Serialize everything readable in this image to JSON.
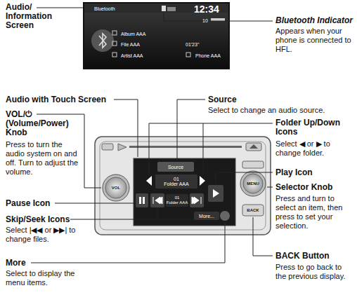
{
  "diagram": {
    "nodes": [
      {
        "text": [
          "Bluetooth",
          "12:34",
          "10",
          "Album AAA",
          "File AAA",
          "01'23\"",
          "Artist AAA",
          "Phone AAA"
        ]
      },
      {
        "text": [
          "Source"
        ]
      },
      {
        "text": [
          "01",
          "Folder AAA"
        ]
      },
      {
        "text": [
          "01",
          "Folder AAA"
        ]
      },
      {
        "text": [
          "More..."
        ]
      }
    ],
    "labels": [
      "Audio/ Information Screen",
      "Bluetooth Indicator",
      "Appears when your phone is connected to HFL.",
      "Audio with Touch Screen",
      "Source",
      "Select to change an audio source.",
      "VOL/⏻ (Volume/Power) Knob",
      "Press to turn the audio system on and off. Turn to adjust the volume.",
      "Folder Up/Down Icons",
      "Select ◀ or ▶ to change folder.",
      "Play Icon",
      "Selector Knob",
      "Press and turn to select an item, then press to set your selection.",
      "Pause Icon",
      "Skip/Seek Icons",
      "Select |◀◀ or ▶▶| to change files.",
      "More",
      "Select to display the menu items.",
      "BACK Button",
      "Press to go back to the previous display.",
      "VOL",
      "MENU",
      "BACK"
    ]
  }
}
